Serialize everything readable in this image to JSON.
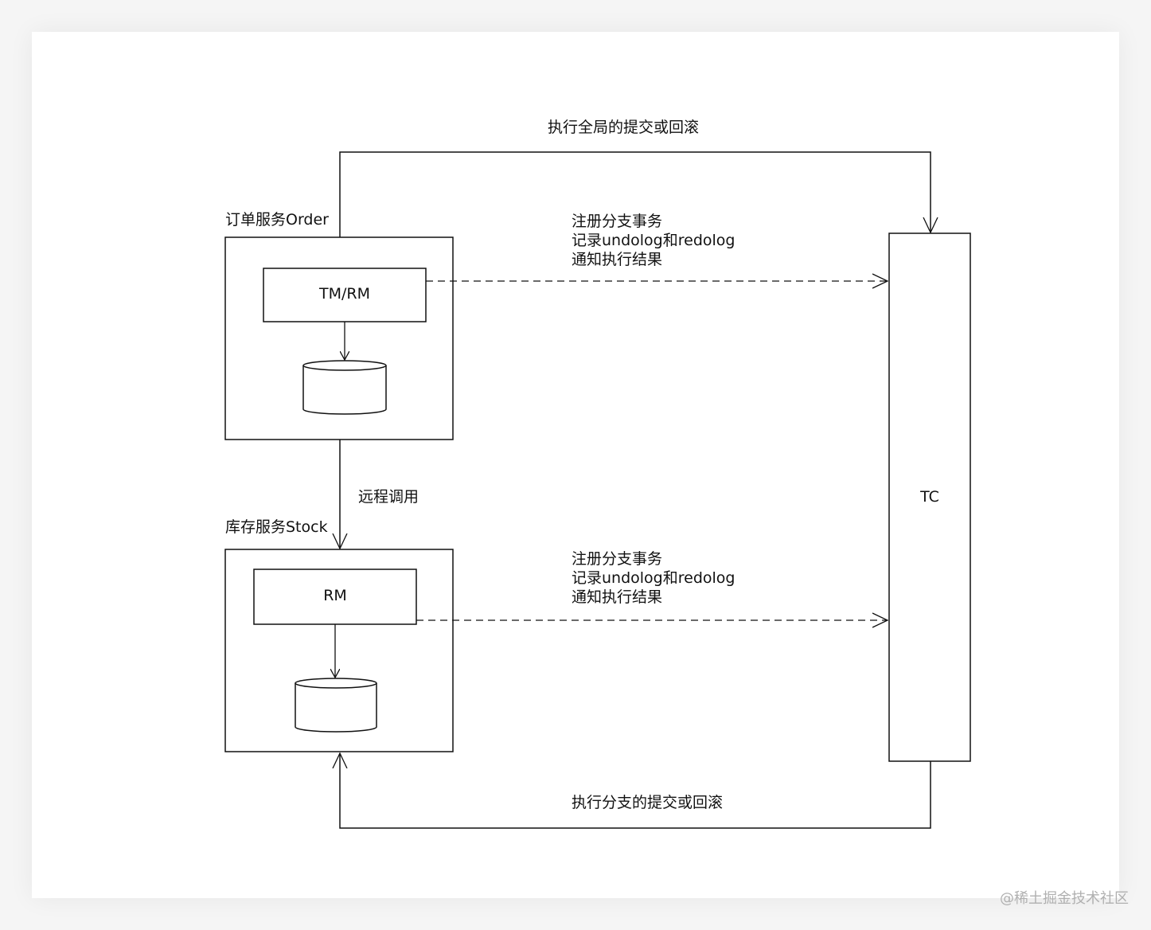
{
  "diagram": {
    "top_arrow_label": "执行全局的提交或回滚",
    "bottom_arrow_label": "执行分支的提交或回滚",
    "remote_call_label": "远程调用",
    "order_service": {
      "title": "订单服务Order",
      "component": "TM/RM",
      "notes": [
        "注册分支事务",
        "记录undolog和redolog",
        "通知执行结果"
      ]
    },
    "stock_service": {
      "title": "库存服务Stock",
      "component": "RM",
      "notes": [
        "注册分支事务",
        "记录undolog和redolog",
        "通知执行结果"
      ]
    },
    "tc": {
      "label": "TC"
    }
  },
  "watermark": "@稀土掘金技术社区",
  "colors": {
    "stroke": "#111111",
    "background": "#ffffff",
    "watermark": "#b0b0b0"
  }
}
